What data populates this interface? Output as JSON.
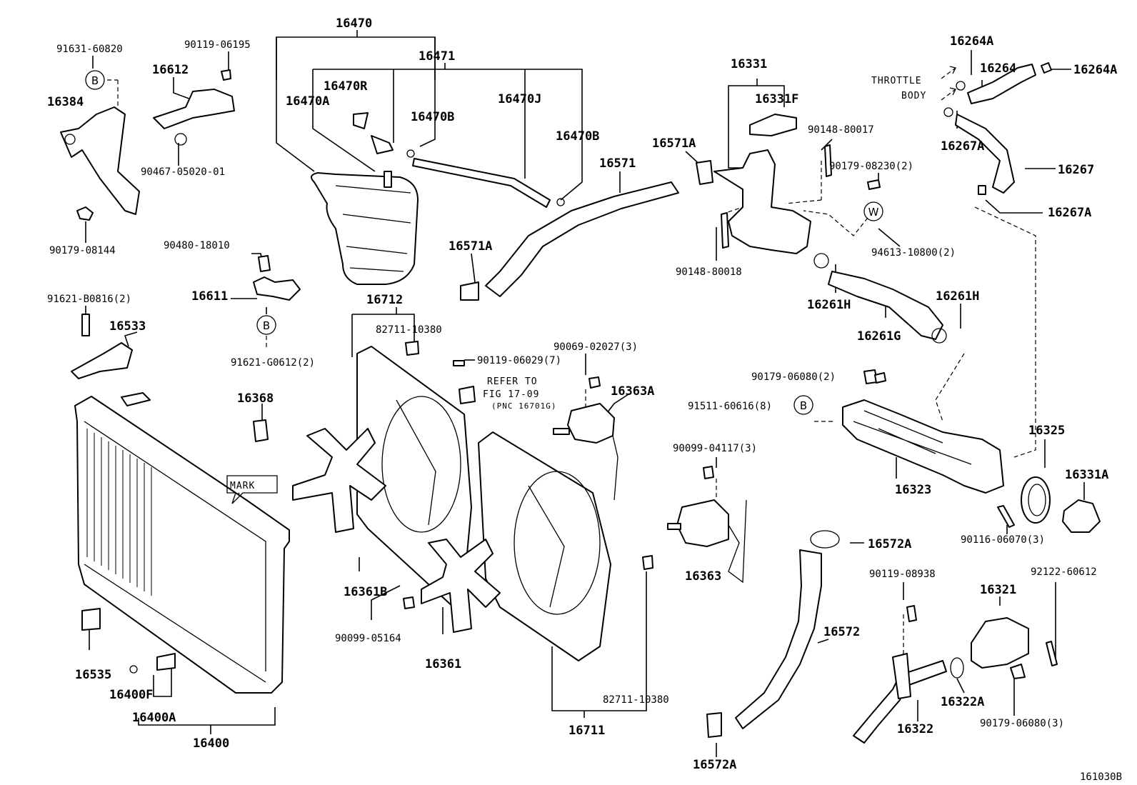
{
  "parts": {
    "p16470": "16470",
    "p16471": "16471",
    "p16470R": "16470R",
    "p16470A": "16470A",
    "p16470B_1": "16470B",
    "p16470J": "16470J",
    "p16470B_2": "16470B",
    "p91631_60820": "91631-60820",
    "p90119_06195": "90119-06195",
    "p16612": "16612",
    "p16384": "16384",
    "p90467_05020_01": "90467-05020-01",
    "p90179_08144": "90179-08144",
    "p90480_18010": "90480-18010",
    "p16611": "16611",
    "p91621_G0612": "91621-G0612(2)",
    "p91621_B0816": "91621-B0816(2)",
    "p16533": "16533",
    "p16368": "16368",
    "p16712": "16712",
    "p82711_10380_top": "82711-10380",
    "p90119_06029": "90119-06029(7)",
    "p90069_02027": "90069-02027(3)",
    "p16363A": "16363A",
    "p16361B": "16361B",
    "p90099_05164": "90099-05164",
    "p16361": "16361",
    "p82711_10380_bot": "82711-10380",
    "p16711": "16711",
    "p16535": "16535",
    "p16400F": "16400F",
    "p16400A": "16400A",
    "p16400": "16400",
    "p16331": "16331",
    "p16331F": "16331F",
    "p16571A_top": "16571A",
    "p16571": "16571",
    "p16571A_left": "16571A",
    "p90148_80017": "90148-80017",
    "p90179_08230": "90179-08230(2)",
    "p94613_10800": "94613-10800(2)",
    "p90148_80018": "90148-80018",
    "p16261H_1": "16261H",
    "p16261H_2": "16261H",
    "p16261G": "16261G",
    "p16264A_1": "16264A",
    "p16264": "16264",
    "p16264A_2": "16264A",
    "p16267A_1": "16267A",
    "p16267": "16267",
    "p16267A_2": "16267A",
    "p90179_06080_2": "90179-06080(2)",
    "p91511_60616": "91511-60616(8)",
    "p90099_04117": "90099-04117(3)",
    "p16363": "16363",
    "p16323": "16323",
    "p16325": "16325",
    "p16331A": "16331A",
    "p90116_06070": "90116-06070(3)",
    "p16572A_1": "16572A",
    "p16572": "16572",
    "p16572A_2": "16572A",
    "p90119_08938": "90119-08938",
    "p92122_60612": "92122-60612",
    "p16321": "16321",
    "p16322A": "16322A",
    "p16322": "16322",
    "p90179_06080_3": "90179-06080(3)"
  },
  "notes": {
    "throttle_1": "THROTTLE",
    "throttle_2": "BODY",
    "refer_1": "REFER TO",
    "refer_2": "FIG 17-09",
    "refer_3": "(PNC 16701G)",
    "mark": "MARK",
    "b_1": "B",
    "b_2": "B",
    "b_3": "B",
    "w": "W",
    "figure_id": "161030B"
  }
}
